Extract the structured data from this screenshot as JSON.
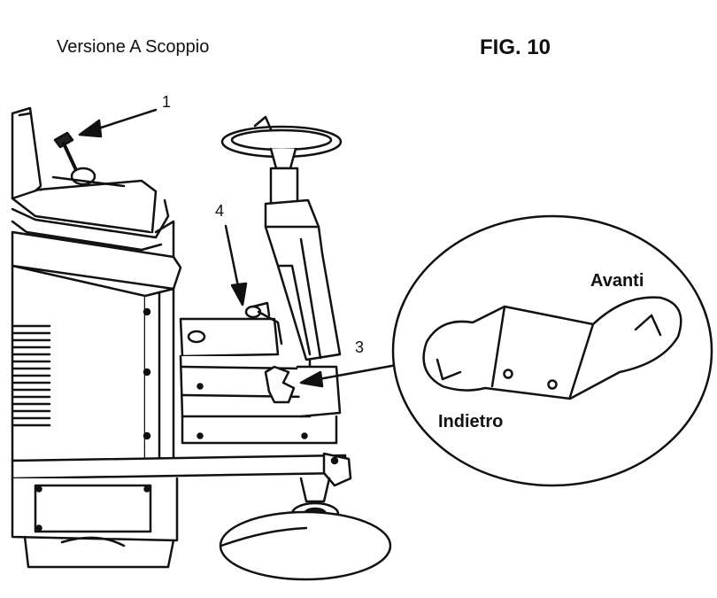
{
  "title": "Versione A Scoppio",
  "figure_label": "FIG. 10",
  "callouts": [
    "1",
    "4",
    "3"
  ],
  "detail": {
    "forward_label": "Avanti",
    "reverse_label": "Indietro"
  }
}
